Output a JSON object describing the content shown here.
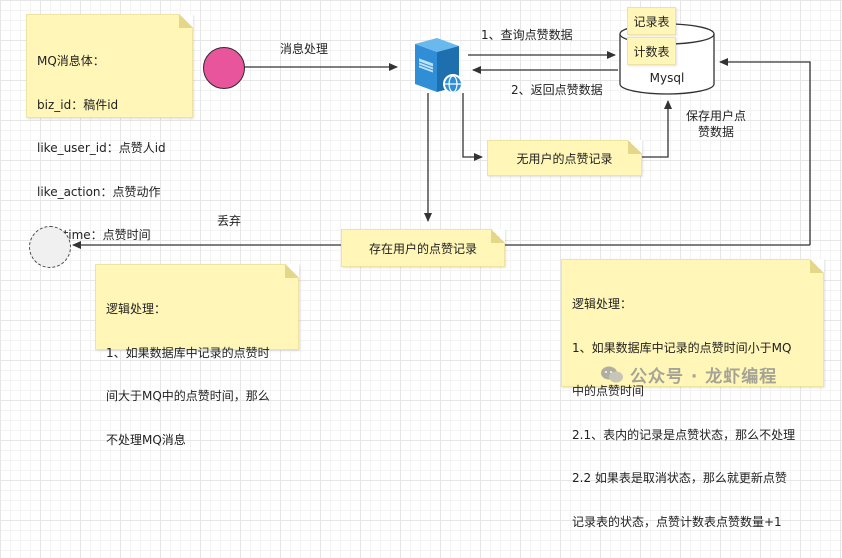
{
  "notes": {
    "mq_body": [
      "MQ消息体：",
      "biz_id：稿件id",
      "like_user_id：点赞人id",
      "like_action：点赞动作",
      "like_time：点赞时间"
    ],
    "no_like_record": "无用户的点赞记录",
    "has_like_record": "存在用户的点赞记录",
    "logic_left": [
      "逻辑处理：",
      "1、如果数据库中记录的点赞时",
      "间大于MQ中的点赞时间，那么",
      "不处理MQ消息"
    ],
    "logic_right": [
      "逻辑处理：",
      "1、如果数据库中记录的点赞时间小于MQ",
      "中的点赞时间",
      "2.1、表内的记录是点赞状态，那么不处理",
      "2.2 如果表是取消状态，那么就更新点赞",
      "记录表的状态，点赞计数表点赞数量+1"
    ]
  },
  "labels": {
    "message_processing": "消息处理",
    "query_like_data": "1、查询点赞数据",
    "return_like_data": "2、返回点赞数据",
    "save_user_like": [
      "保存用户点",
      "赞数据"
    ],
    "discard": "丢弃"
  },
  "database": {
    "record_table": "记录表",
    "count_table": "计数表",
    "name": "Mysql"
  },
  "watermark": "公众号 · 龙虾编程",
  "colors": {
    "start_node": "#e8559c",
    "note_fill": "#fff6b8",
    "arrow": "#333333",
    "server_blue": "#2f8ed6"
  }
}
